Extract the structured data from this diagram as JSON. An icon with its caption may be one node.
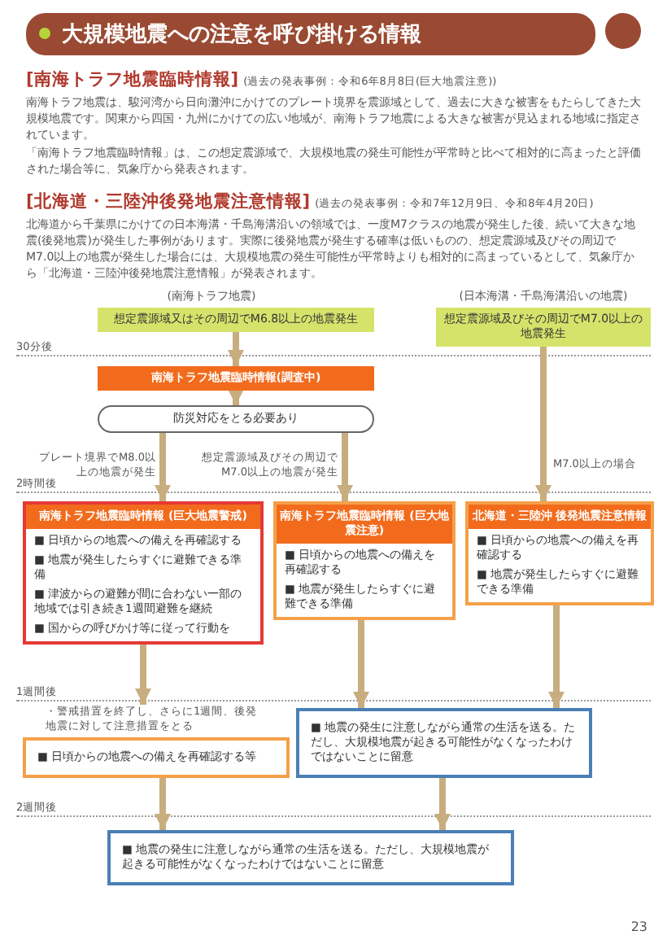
{
  "diagram": {
    "title": "大規模地震への注意を呼び掛ける情報",
    "nodes": [
      {
        "text": [
          "想定震源域又はその周辺でM6.8以上の地震発生"
        ]
      },
      {
        "text": [
          "想定震源域及びその周辺でM7.0以上の地震発生"
        ]
      },
      {
        "text": [
          "南海トラフ地震臨時情報(調査中)"
        ]
      },
      {
        "text": [
          "防災対応をとる必要あり"
        ]
      },
      {
        "text": [
          "南海トラフ地震臨時情報 (巨大地震警戒)",
          "■ 日頃からの地震への備えを再確認する",
          "■ 地震が発生したらすぐに避難できる準備",
          "■ 津波からの避難が間に合わない一部の地域では引き続き1週間避難を継続",
          "■ 国からの呼びかけ等に従って行動を"
        ]
      },
      {
        "text": [
          "南海トラフ地震臨時情報 (巨大地震注意)",
          "■ 日頃からの地震への備えを再確認する",
          "■ 地震が発生したらすぐに避難できる準備"
        ]
      },
      {
        "text": [
          "北海道・三陸沖 後発地震注意情報",
          "■ 日頃からの地震への備えを再確認する",
          "■ 地震が発生したらすぐに避難できる準備"
        ]
      },
      {
        "text": [
          "■ 日頃からの地震への備えを再確認する等"
        ],
        "beside": [
          "・警戒措置を終了し、さらに1週間、後発地震に対して注意措置をとる"
        ]
      },
      {
        "text": [
          "■ 地震の発生に注意しながら通常の生活を送る。ただし、大規模地震が起きる可能性がなくなったわけではないことに留意"
        ]
      },
      {
        "text": [
          "■ 地震の発生に注意しながら通常の生活を送る。ただし、大規模地震が起きる可能性がなくなったわけではないことに留意"
        ]
      }
    ],
    "edges": [
      {
        "from": 0,
        "to": 2,
        "arrow": "to"
      },
      {
        "from": 2,
        "to": 3,
        "arrow": "to"
      },
      {
        "from": 3,
        "to": 4,
        "arrow": "to",
        "label": "プレート境界でM8.0以上の地震が発生"
      },
      {
        "from": 3,
        "to": 5,
        "arrow": "to",
        "label": "想定震源域及びその周辺でM7.0以上の地震が発生"
      },
      {
        "from": 1,
        "to": 6,
        "arrow": "to",
        "label": "M7.0以上の場合"
      },
      {
        "from": 4,
        "to": 7,
        "arrow": "to"
      },
      {
        "from": 5,
        "to": 8,
        "arrow": "to"
      },
      {
        "from": 6,
        "to": 8,
        "arrow": "to"
      },
      {
        "from": 7,
        "to": 9,
        "arrow": "to"
      },
      {
        "from": 8,
        "to": 9,
        "arrow": "to"
      }
    ],
    "labels": [
      "[南海トラフ地震臨時情報]",
      "(過去の発表事例：令和6年8月8日(巨大地震注意))",
      "南海トラフ地震は、駿河湾から日向灘沖にかけてのプレート境界を震源域として、過去に大きな被害をもたらしてきた大規模地震です。関東から四国・九州にかけての広い地域が、南海トラフ地震による大きな被害が見込まれる地域に指定されています。",
      "「南海トラフ地震臨時情報」は、この想定震源域で、大規模地震の発生可能性が平常時と比べて相対的に高まったと評価された場合等に、気象庁から発表されます。",
      "[北海道・三陸沖後発地震注意情報]",
      "(過去の発表事例：令和7年12月9日、令和8年4月20日)",
      "北海道から千葉県にかけての日本海溝・千島海溝沿いの領域では、一度M7クラスの地震が発生した後、続いて大きな地震(後発地震)が発生した事例があります。実際に後発地震が発生する確率は低いものの、想定震源域及びその周辺でM7.0以上の地震が発生した場合には、大規模地震の発生可能性が平常時よりも相対的に高まっているとして、気象庁から「北海道・三陸沖後発地震注意情報」が発表されます。",
      "(南海トラフ地震)",
      "(日本海溝・千島海溝沿いの地震)",
      "30分後",
      "2時間後",
      "1週間後",
      "2週間後",
      "23"
    ]
  }
}
